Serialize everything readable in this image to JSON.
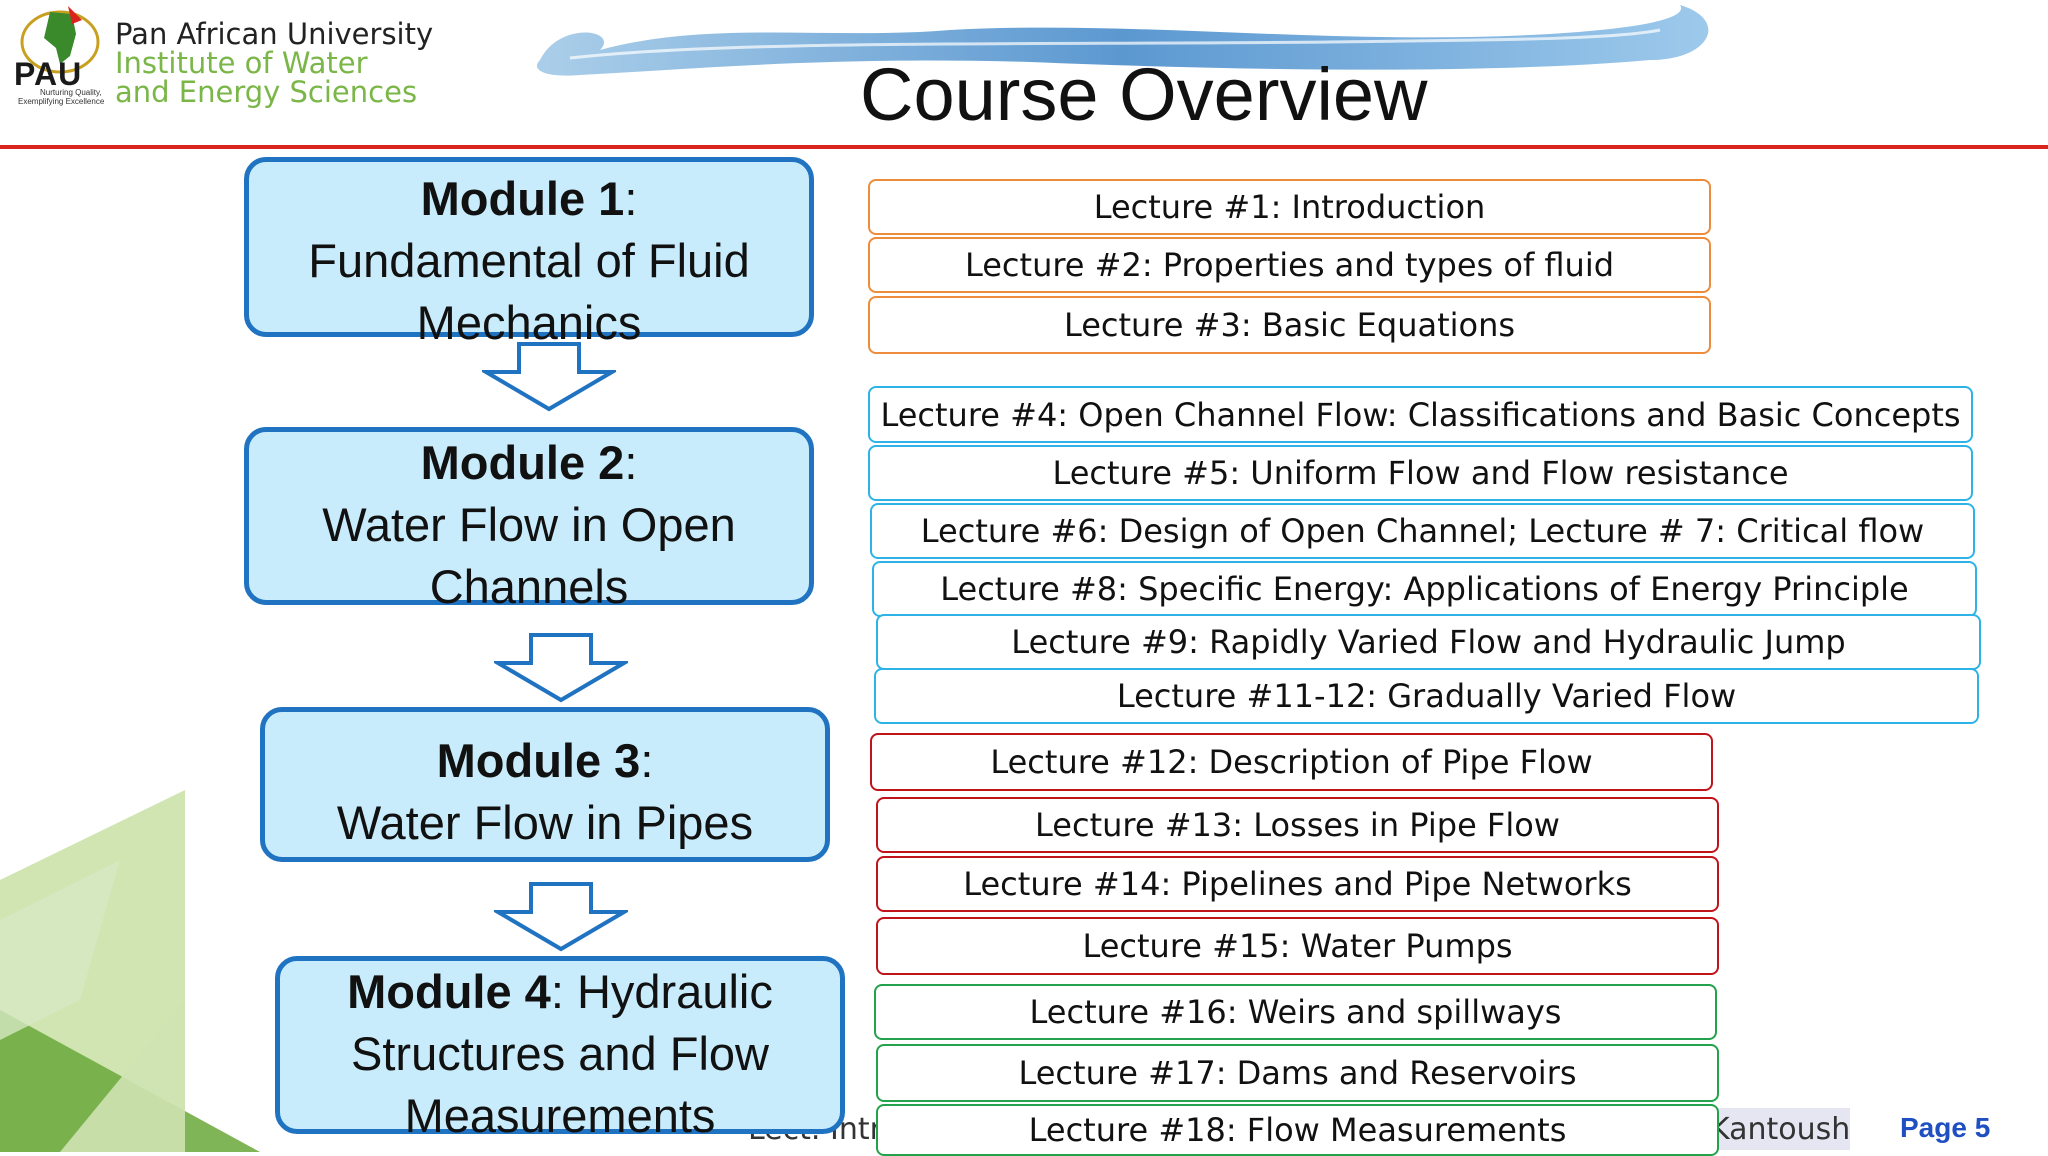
{
  "header": {
    "logo_abbrev": "PAU",
    "logo_tagline_1": "Nurturing Quality,",
    "logo_tagline_2": "Exemplifying Excellence",
    "org_line_1": "Pan African University",
    "org_line_2": "Institute of Water",
    "org_line_3": "and Energy Sciences",
    "title": "Course Overview"
  },
  "modules": [
    {
      "bold": "Module 1",
      "rest_1": ":",
      "line_2": "Fundamental of Fluid",
      "line_3": "Mechanics"
    },
    {
      "bold": "Module 2",
      "rest_1": ":",
      "line_2": "Water Flow in Open",
      "line_3": "Channels"
    },
    {
      "bold": "Module 3",
      "rest_1": ":",
      "line_2": "Water Flow in Pipes"
    },
    {
      "bold": "Module 4",
      "rest_1": ": Hydraulic",
      "line_2": "Structures and Flow",
      "line_3": "Measurements"
    }
  ],
  "lectures": [
    "Lecture #1: Introduction",
    "Lecture #2: Properties and types of fluid",
    "Lecture #3: Basic Equations",
    "Lecture #4: Open Channel Flow: Classifications and Basic Concepts",
    "Lecture #5: Uniform Flow and Flow resistance",
    "Lecture #6: Design of Open Channel; Lecture # 7: Critical flow",
    "Lecture #8: Specific Energy: Applications of Energy Principle",
    "Lecture #9: Rapidly Varied Flow and Hydraulic Jump",
    "Lecture #11-12: Gradually Varied Flow",
    "Lecture #12: Description of Pipe Flow",
    "Lecture #13: Losses in Pipe Flow",
    "Lecture #14: Pipelines and Pipe Networks",
    "Lecture #15: Water Pumps",
    "Lecture #16: Weirs and spillways",
    "Lecture #17: Dams and Reservoirs",
    "Lecture #18: Flow Measurements"
  ],
  "footer": {
    "left_fragment": "Lect. Intro",
    "author_fragment": "Kantoush",
    "page_label": "Page  5"
  },
  "colors": {
    "module_fill": "#c8ecfb",
    "module_border": "#1f73c1",
    "module1_lectures": "#ed8c3b",
    "module2_lectures": "#2eb3e6",
    "module3_lectures": "#c0141b",
    "module4_lectures": "#22a24a",
    "rule": "#d9251c"
  }
}
